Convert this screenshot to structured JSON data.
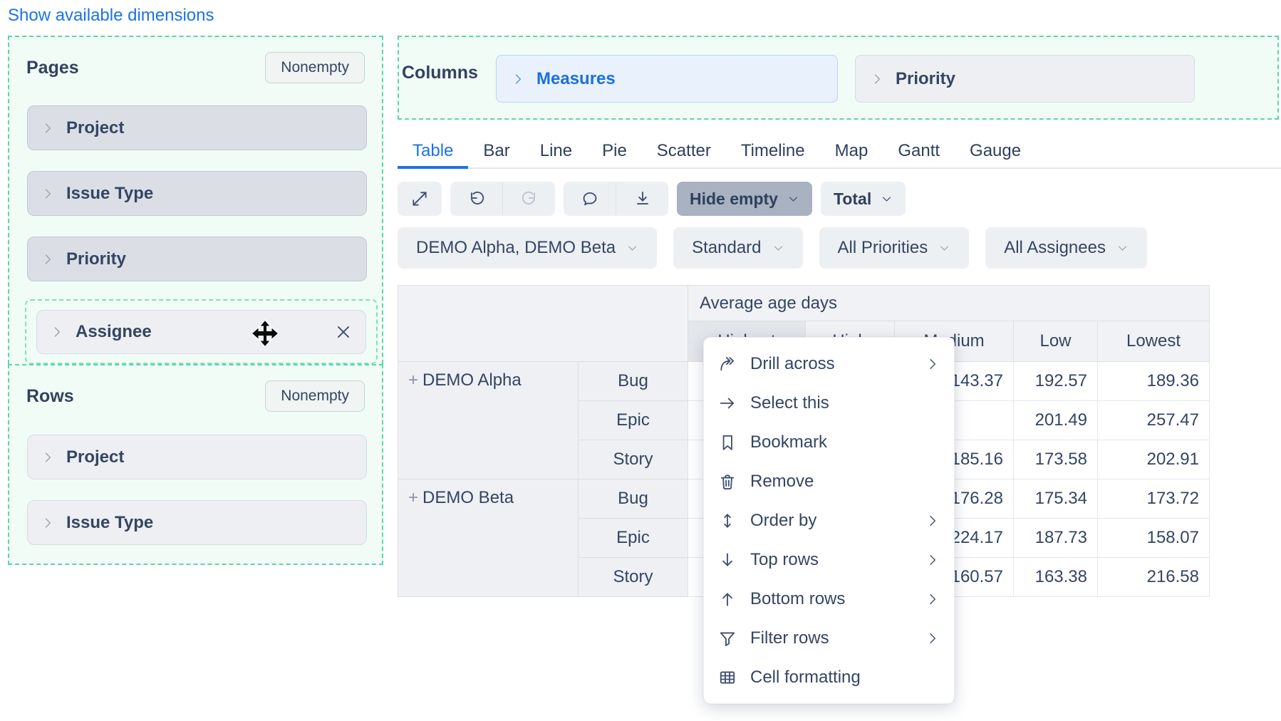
{
  "link": {
    "label": "Show available dimensions"
  },
  "pages": {
    "title": "Pages",
    "nonempty_label": "Nonempty",
    "items": [
      {
        "label": "Project"
      },
      {
        "label": "Issue Type"
      },
      {
        "label": "Priority"
      }
    ],
    "drag_item": {
      "label": "Assignee"
    }
  },
  "rows": {
    "title": "Rows",
    "nonempty_label": "Nonempty",
    "items": [
      {
        "label": "Project"
      },
      {
        "label": "Issue Type"
      }
    ]
  },
  "columns": {
    "title": "Columns",
    "items": [
      {
        "label": "Measures"
      },
      {
        "label": "Priority"
      }
    ]
  },
  "tabs": {
    "active": "Table",
    "items": [
      "Table",
      "Bar",
      "Line",
      "Pie",
      "Scatter",
      "Timeline",
      "Map",
      "Gantt",
      "Gauge"
    ]
  },
  "toolbar": {
    "hide_empty_label": "Hide empty",
    "total_label": "Total",
    "icons": [
      "expand-icon",
      "undo-icon",
      "redo-icon",
      "comment-icon",
      "download-icon"
    ]
  },
  "filters": [
    {
      "label": "DEMO Alpha, DEMO Beta"
    },
    {
      "label": "Standard"
    },
    {
      "label": "All Priorities"
    },
    {
      "label": "All Assignees"
    }
  ],
  "table": {
    "measure_group": "Average age days",
    "priority_columns": [
      "Highest",
      "High",
      "Medium",
      "Low",
      "Lowest"
    ],
    "selected_column": "Highest",
    "expand_symbol": "+",
    "rows": [
      {
        "project": "DEMO Alpha",
        "issue_type": "Bug",
        "values": [
          "",
          "",
          "143.37",
          "192.57",
          "189.36"
        ]
      },
      {
        "project": "",
        "issue_type": "Epic",
        "values": [
          "",
          "",
          "",
          "201.49",
          "257.47"
        ]
      },
      {
        "project": "",
        "issue_type": "Story",
        "values": [
          "",
          "",
          "185.16",
          "173.58",
          "202.91"
        ]
      },
      {
        "project": "DEMO Beta",
        "issue_type": "Bug",
        "values": [
          "",
          "",
          "176.28",
          "175.34",
          "173.72"
        ]
      },
      {
        "project": "",
        "issue_type": "Epic",
        "values": [
          "",
          "",
          "224.17",
          "187.73",
          "158.07"
        ]
      },
      {
        "project": "",
        "issue_type": "Story",
        "values": [
          "",
          "",
          "160.57",
          "163.38",
          "216.58"
        ]
      }
    ]
  },
  "context_menu": {
    "items": [
      {
        "icon": "drill-across-icon",
        "label": "Drill across",
        "submenu": true
      },
      {
        "icon": "arrow-right-icon",
        "label": "Select this",
        "submenu": false
      },
      {
        "icon": "bookmark-icon",
        "label": "Bookmark",
        "submenu": false
      },
      {
        "icon": "trash-icon",
        "label": "Remove",
        "submenu": false
      },
      {
        "icon": "arrow-up-down-icon",
        "label": "Order by",
        "submenu": true
      },
      {
        "icon": "arrow-down-icon",
        "label": "Top rows",
        "submenu": true
      },
      {
        "icon": "arrow-up-icon",
        "label": "Bottom rows",
        "submenu": true
      },
      {
        "icon": "funnel-icon",
        "label": "Filter rows",
        "submenu": true
      },
      {
        "icon": "grid-icon",
        "label": "Cell formatting",
        "submenu": false
      }
    ]
  },
  "colors": {
    "accent_blue": "#1a73e8",
    "navy_text": "#344563",
    "panel_mint": "#f1fcf6",
    "dashed_teal": "#5cd6a9",
    "selected_header": "#e3e6eb",
    "hide_empty_active": "#a8b2c1"
  }
}
